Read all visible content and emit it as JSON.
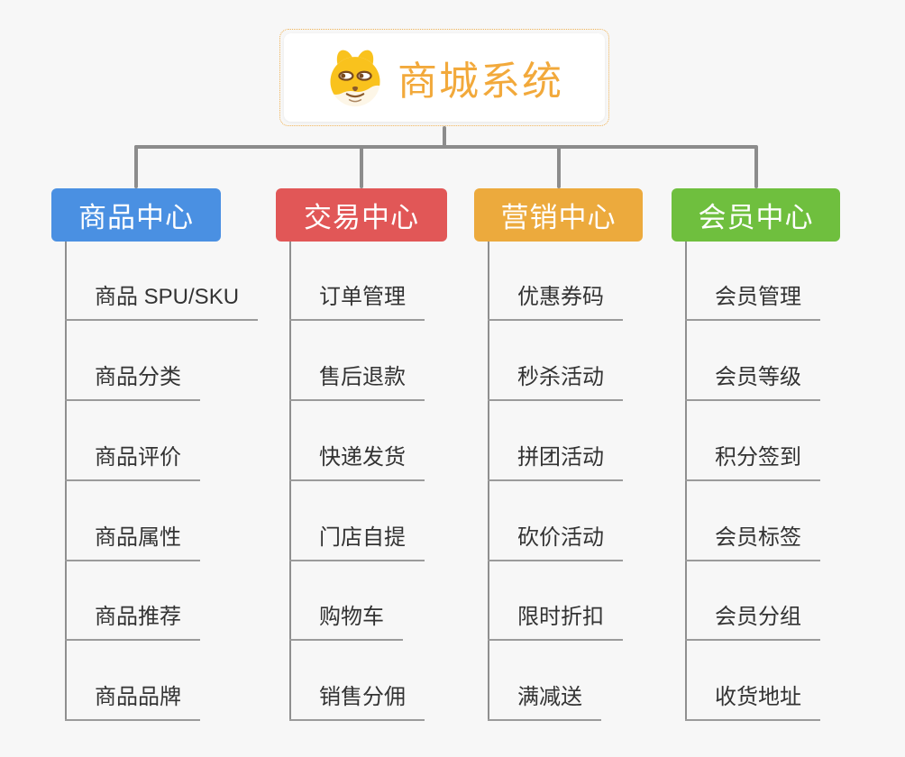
{
  "page": {
    "background": "#f7f7f7"
  },
  "root": {
    "title": "商城系统",
    "title_color": "#f2a93b",
    "icon": "dog-face-icon",
    "border_color": "#f0b254"
  },
  "connector_color": "#8c8c8c",
  "branches": [
    {
      "label": "商品中心",
      "color": "#4a90e2",
      "children": [
        "商品 SPU/SKU",
        "商品分类",
        "商品评价",
        "商品属性",
        "商品推荐",
        "商品品牌"
      ]
    },
    {
      "label": "交易中心",
      "color": "#e15757",
      "children": [
        "订单管理",
        "售后退款",
        "快递发货",
        "门店自提",
        "购物车",
        "销售分佣"
      ]
    },
    {
      "label": "营销中心",
      "color": "#ecaa3d",
      "children": [
        "优惠券码",
        "秒杀活动",
        "拼团活动",
        "砍价活动",
        "限时折扣",
        "满减送"
      ]
    },
    {
      "label": "会员中心",
      "color": "#6fbf3e",
      "children": [
        "会员管理",
        "会员等级",
        "积分签到",
        "会员标签",
        "会员分组",
        "收货地址"
      ]
    }
  ]
}
